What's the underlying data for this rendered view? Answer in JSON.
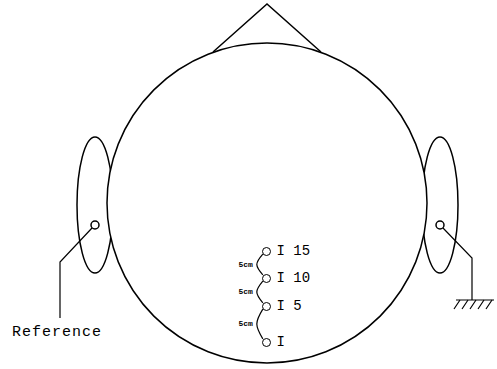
{
  "diagram": {
    "nodes": [
      {
        "text": [
          "I 15"
        ]
      },
      {
        "text": [
          "I 10"
        ]
      },
      {
        "text": [
          "I 5"
        ]
      },
      {
        "text": [
          "I"
        ]
      }
    ],
    "edges": [
      {
        "from": 0,
        "to": 1,
        "arrow": "none",
        "label": "5cm"
      },
      {
        "from": 1,
        "to": 2,
        "arrow": "none",
        "label": "5cm"
      },
      {
        "from": 2,
        "to": 3,
        "arrow": "none",
        "label": "5cm"
      }
    ],
    "labels": [
      "Reference"
    ]
  }
}
